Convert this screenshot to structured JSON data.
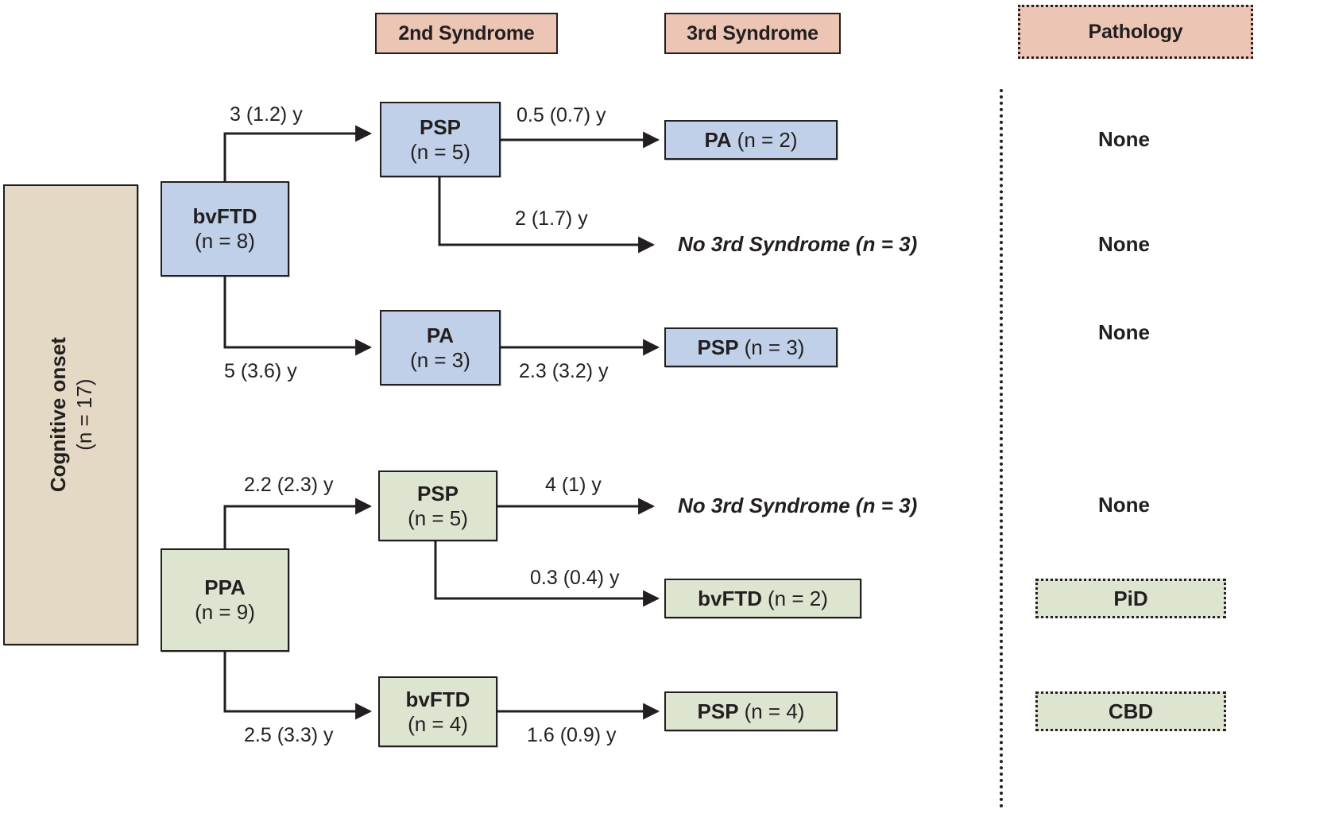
{
  "headers": {
    "second_syndrome": "2nd Syndrome",
    "third_syndrome": "3rd Syndrome",
    "pathology": "Pathology"
  },
  "root": {
    "label": "Cognitive onset",
    "count": "(n = 17)"
  },
  "colors": {
    "blue": "#bfd0e8",
    "green": "#dde5d1",
    "tan": "#e4d9c4",
    "salmon": "#edc5b4",
    "stroke": "#231f20"
  },
  "branches": {
    "bvftd": {
      "label": "bvFTD",
      "count": "(n = 8)"
    },
    "ppa": {
      "label": "PPA",
      "count": "(n = 9)"
    }
  },
  "second_level": {
    "psp_blue": {
      "label": "PSP",
      "count": "(n = 5)"
    },
    "pa_blue": {
      "label": "PA",
      "count": "(n = 3)"
    },
    "psp_green": {
      "label": "PSP",
      "count": "(n = 5)"
    },
    "bvftd_green": {
      "label": "bvFTD",
      "count": "(n = 4)"
    }
  },
  "third_level": {
    "pa_n2": {
      "label": "PA",
      "count": "(n = 2)"
    },
    "psp_n3": {
      "label": "PSP",
      "count": "(n = 3)"
    },
    "bvftd_n2": {
      "label": "bvFTD",
      "count": "(n = 2)"
    },
    "psp_n4": {
      "label": "PSP",
      "count": "(n = 4)"
    },
    "none_blue": "No 3rd Syndrome (n = 3)",
    "none_green": "No 3rd Syndrome (n = 3)"
  },
  "edge_labels": {
    "bvftd_to_psp": "3 (1.2) y",
    "bvftd_to_pa": "5 (3.6) y",
    "psp_to_pa": "0.5 (0.7) y",
    "psp_to_none": "2 (1.7) y",
    "pa_to_psp": "2.3 (3.2) y",
    "ppa_to_psp": "2.2 (2.3) y",
    "ppa_to_bvftd": "2.5 (3.3) y",
    "pspg_to_none": "4 (1) y",
    "pspg_to_bvftd": "0.3 (0.4) y",
    "bvftdg_to_psp": "1.6 (0.9) y"
  },
  "pathology": {
    "row1": "None",
    "row2": "None",
    "row3": "None",
    "row4": "None",
    "pid": "PiD",
    "cbd": "CBD"
  }
}
